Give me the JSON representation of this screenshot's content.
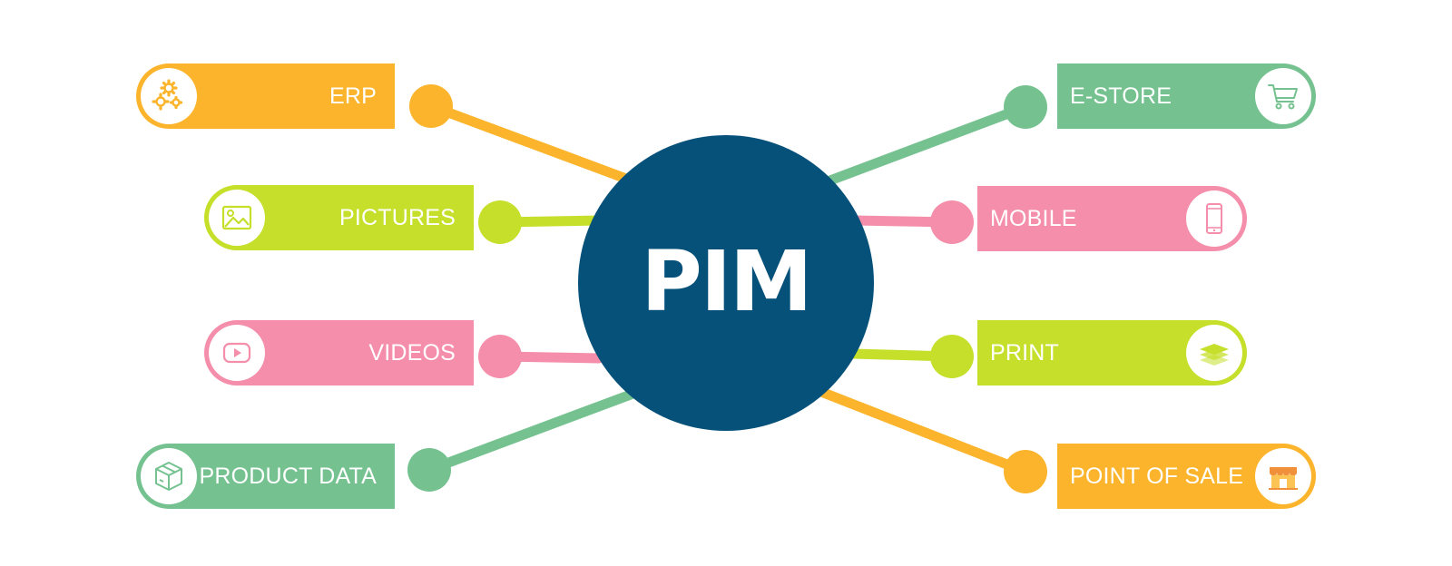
{
  "hub": {
    "label": "PIM",
    "color": "#06517a"
  },
  "colors": {
    "orange": "#fbb42b",
    "green": "#75c290",
    "lime": "#c5df2a",
    "pink": "#f48eaa"
  },
  "inputs": [
    {
      "label": "ERP",
      "color": "orange",
      "icon": "gears-icon"
    },
    {
      "label": "PICTURES",
      "color": "lime",
      "icon": "image-icon"
    },
    {
      "label": "VIDEOS",
      "color": "pink",
      "icon": "video-play-icon"
    },
    {
      "label": "PRODUCT DATA",
      "color": "green",
      "icon": "box-icon"
    }
  ],
  "outputs": [
    {
      "label": "E-STORE",
      "color": "green",
      "icon": "shopping-cart-icon"
    },
    {
      "label": "MOBILE",
      "color": "pink",
      "icon": "smartphone-icon"
    },
    {
      "label": "PRINT",
      "color": "lime",
      "icon": "layers-icon"
    },
    {
      "label": "POINT OF SALE",
      "color": "orange",
      "icon": "storefront-icon"
    }
  ]
}
